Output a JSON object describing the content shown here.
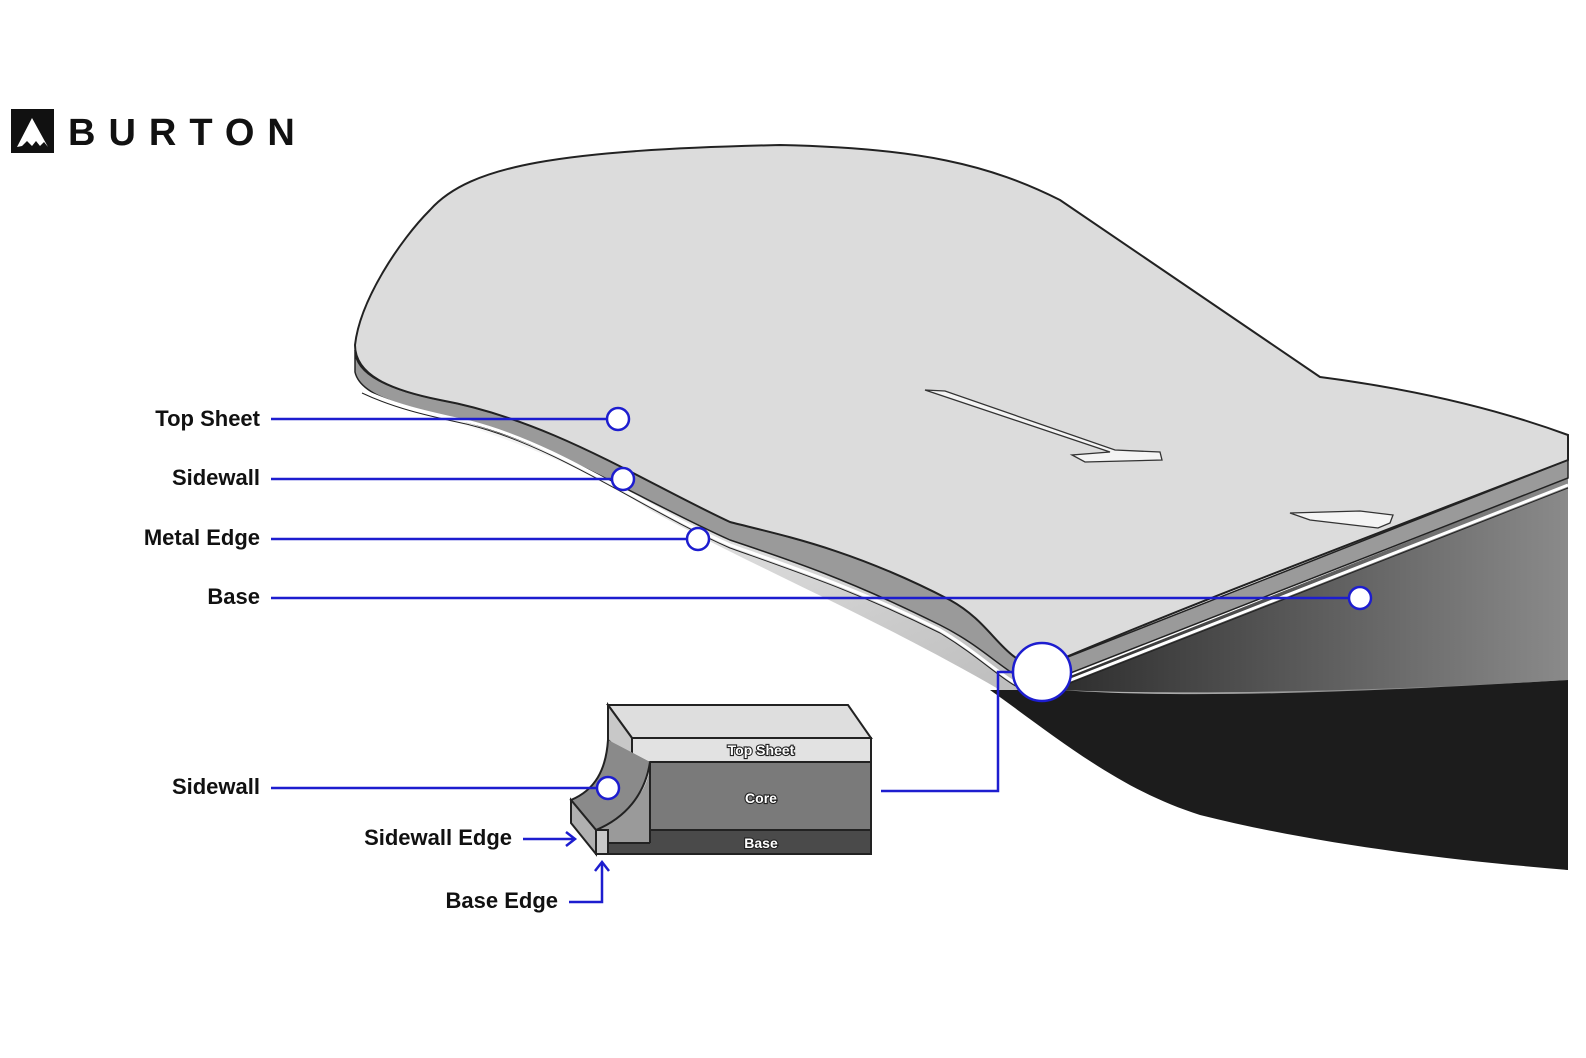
{
  "brand": {
    "name": "BURTON"
  },
  "colors": {
    "leader": "#1d1dcf",
    "top_sheet": "#dcdcdc",
    "sidewall": "#9a9a9a",
    "core": "#7a7a7a",
    "base": "#4a4a4a"
  },
  "labels": {
    "top_sheet": "Top Sheet",
    "sidewall": "Sidewall",
    "metal_edge": "Metal Edge",
    "base": "Base",
    "sidewall_detail": "Sidewall",
    "sidewall_edge": "Sidewall Edge",
    "base_edge": "Base Edge"
  },
  "cross_section": {
    "top_sheet": "Top Sheet",
    "core": "Core",
    "base": "Base"
  }
}
